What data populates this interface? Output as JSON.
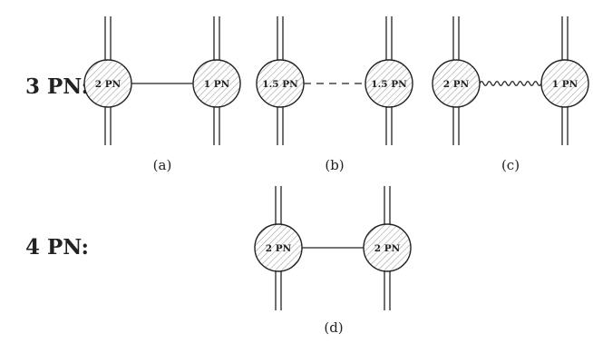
{
  "rows": [
    {
      "label": "3 PN:"
    },
    {
      "label": "4 PN:"
    }
  ],
  "diagrams": [
    {
      "id": "a",
      "caption": "(a)",
      "left_blob": "2 PN",
      "right_blob": "1 PN",
      "propagator": "solid"
    },
    {
      "id": "b",
      "caption": "(b)",
      "left_blob": "1.5 PN",
      "right_blob": "1.5 PN",
      "propagator": "dashed"
    },
    {
      "id": "c",
      "caption": "(c)",
      "left_blob": "2 PN",
      "right_blob": "1 PN",
      "propagator": "wavy"
    },
    {
      "id": "d",
      "caption": "(d)",
      "left_blob": "2 PN",
      "right_blob": "2 PN",
      "propagator": "solid"
    }
  ]
}
